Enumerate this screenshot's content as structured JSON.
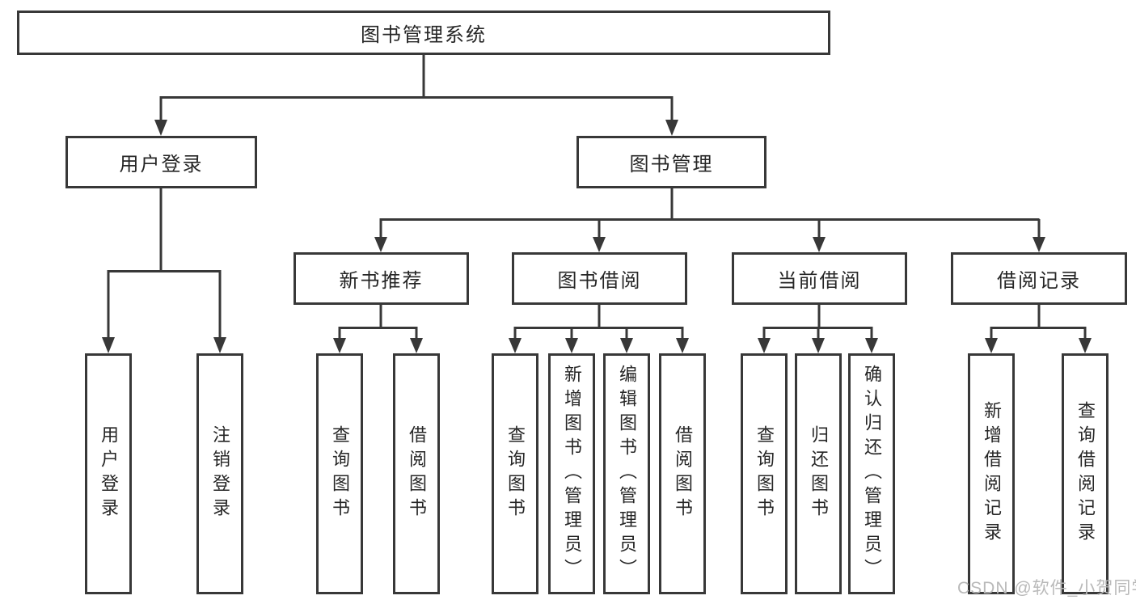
{
  "colors": {
    "line": "#383838",
    "box_border": "#383838",
    "box_background": "#ffffff",
    "text": "#262626",
    "watermark": "#b9b9b9",
    "page_background": "#ffffff"
  },
  "watermark": "CSDN @软件_小贺同学",
  "tree": {
    "root": {
      "label": "图书管理系统"
    },
    "branches": [
      {
        "label": "用户登录",
        "children": [
          {
            "label": "用户登录"
          },
          {
            "label": "注销登录"
          }
        ]
      },
      {
        "label": "图书管理",
        "children": [
          {
            "label": "新书推荐",
            "children": [
              {
                "label": "查询图书"
              },
              {
                "label": "借阅图书"
              }
            ]
          },
          {
            "label": "图书借阅",
            "children": [
              {
                "label": "查询图书"
              },
              {
                "label": "新增图书（管理员）"
              },
              {
                "label": "编辑图书（管理员）"
              },
              {
                "label": "借阅图书"
              }
            ]
          },
          {
            "label": "当前借阅",
            "children": [
              {
                "label": "查询图书"
              },
              {
                "label": "归还图书"
              },
              {
                "label": "确认归还（管理员）"
              }
            ]
          },
          {
            "label": "借阅记录",
            "children": [
              {
                "label": "新增借阅记录"
              },
              {
                "label": "查询借阅记录"
              }
            ]
          }
        ]
      }
    ]
  }
}
